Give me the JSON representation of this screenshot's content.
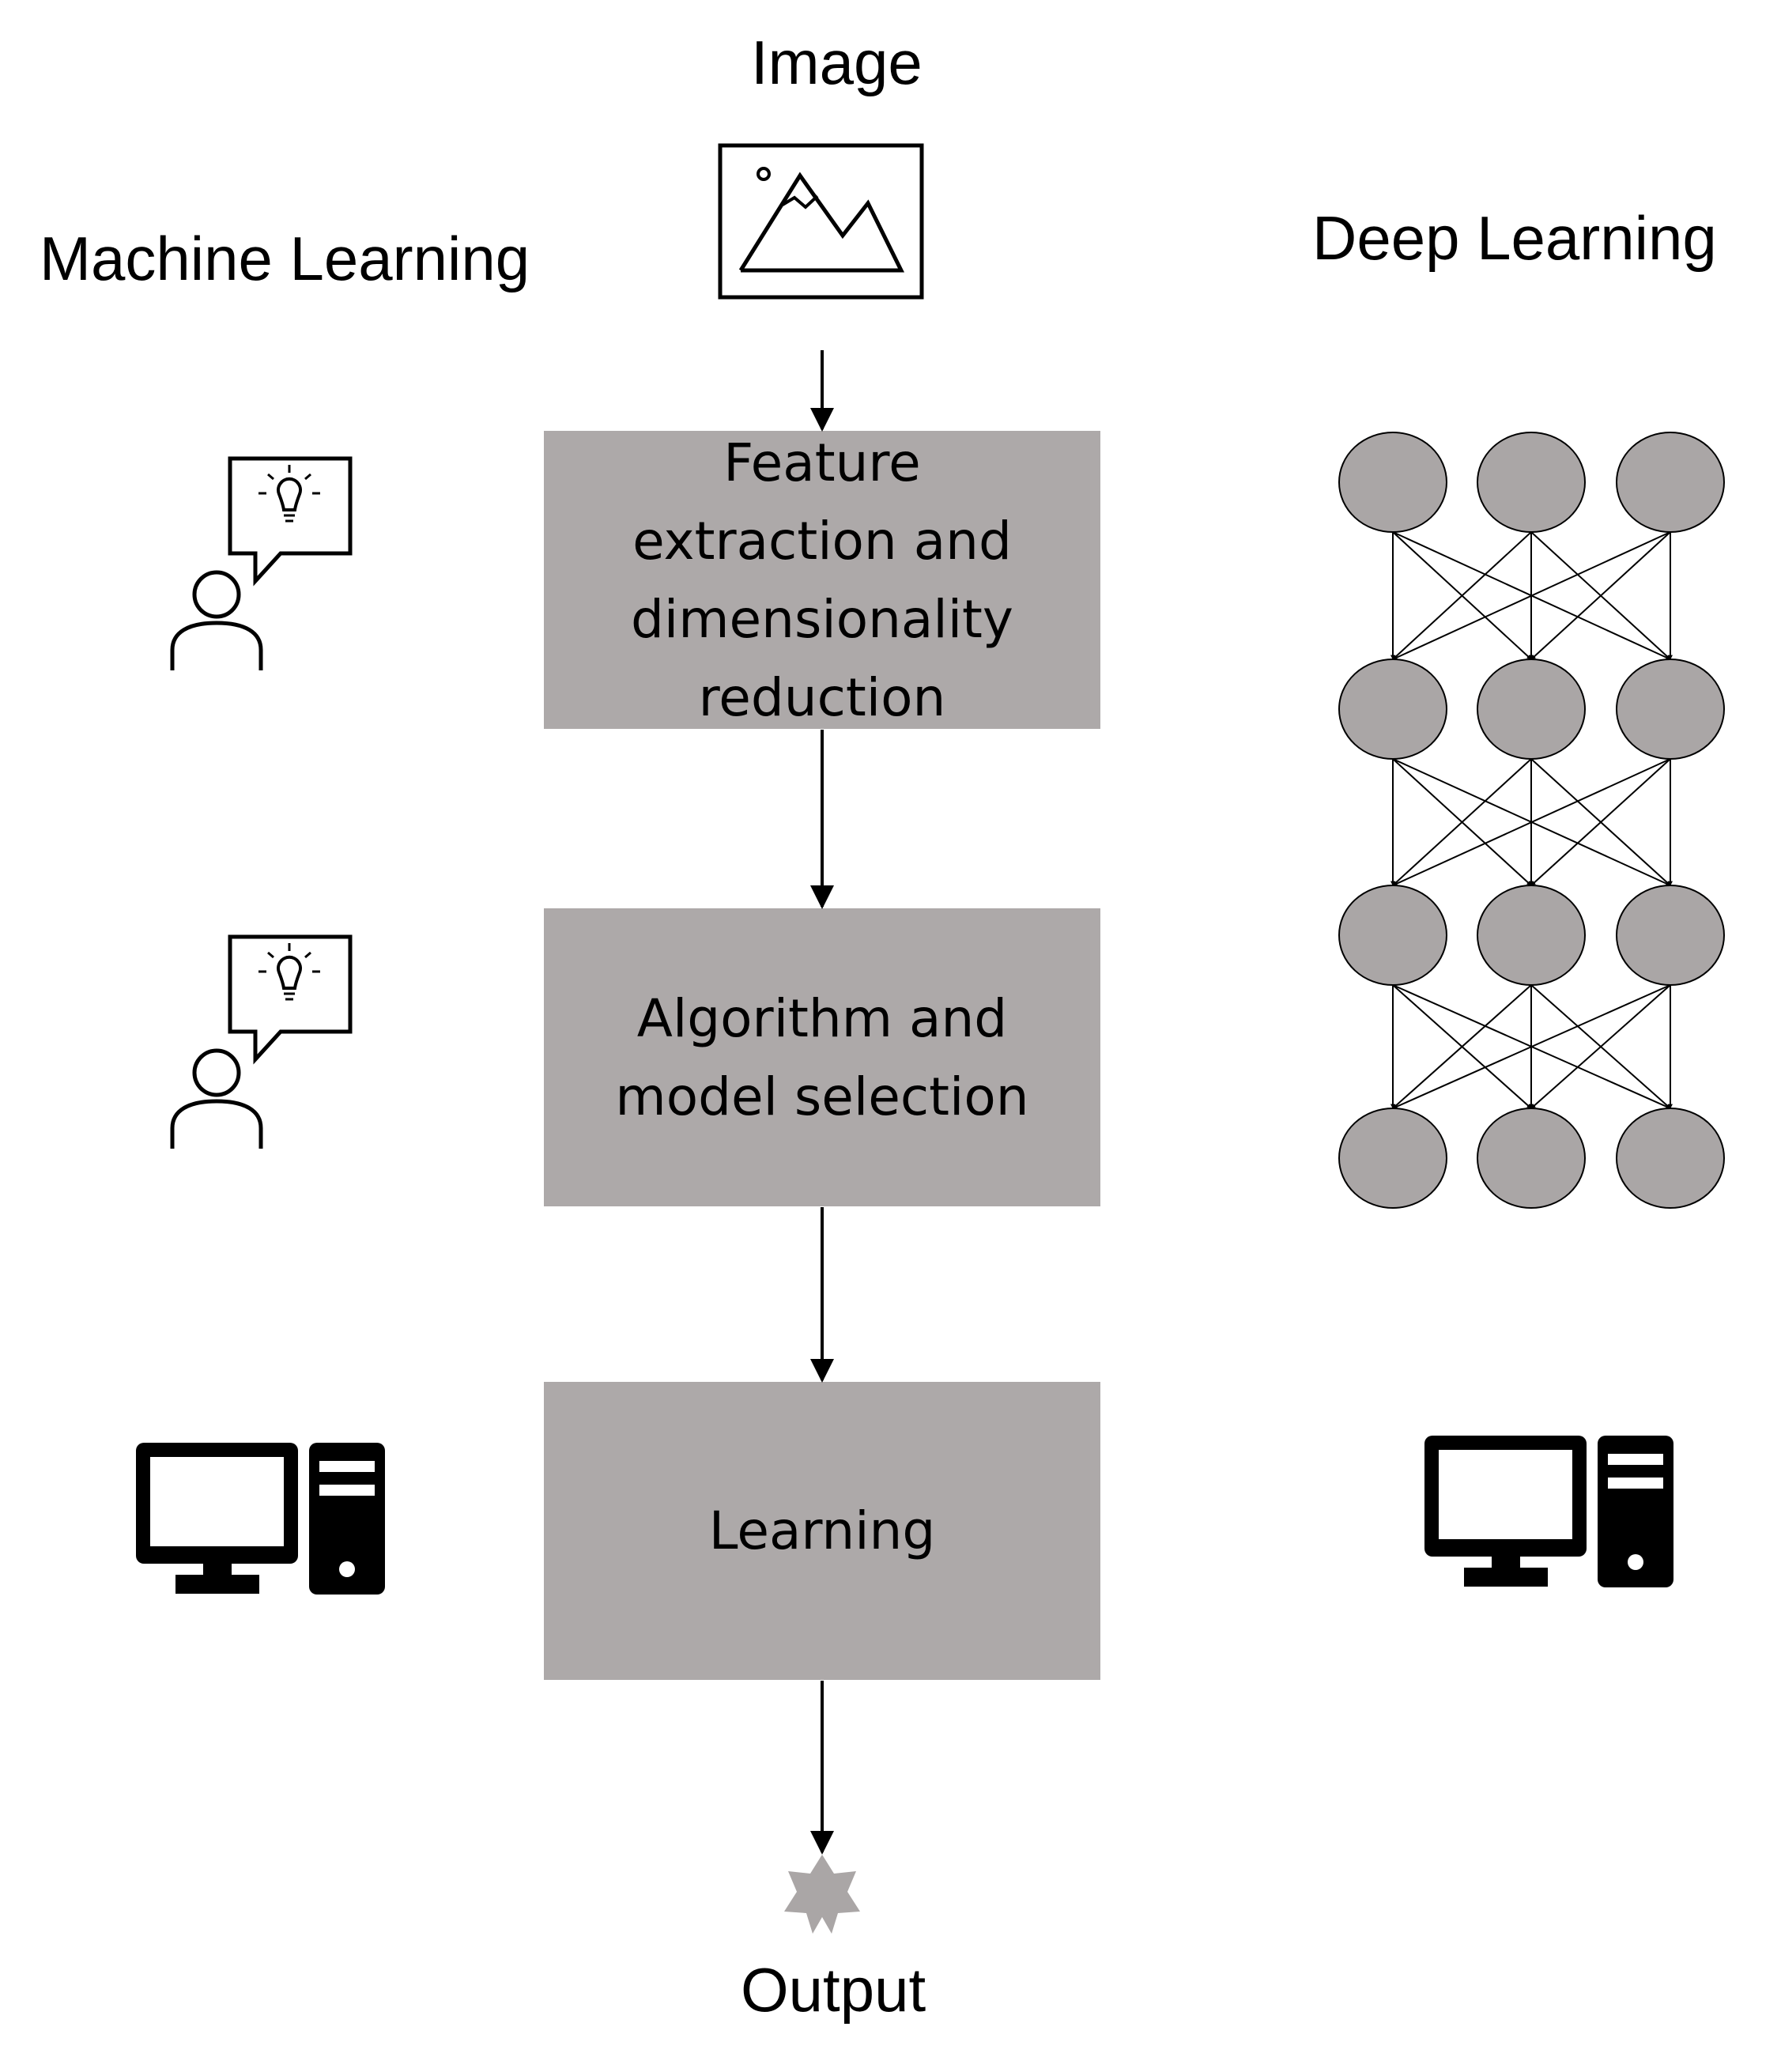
{
  "titles": {
    "input": "Image",
    "left_column": "Machine Learning",
    "right_column": "Deep Learning",
    "output": "Output"
  },
  "steps": [
    {
      "label": "Feature extraction and dimensionality reduction"
    },
    {
      "label": "Algorithm and model selection"
    },
    {
      "label": "Learning"
    }
  ],
  "network": {
    "layers": 4,
    "nodes_per_layer": 3
  },
  "icons": {
    "input": "image-icon",
    "human_expert": "person-idea-icon",
    "computer": "desktop-computer-icon",
    "output": "star-icon"
  },
  "colors": {
    "step_fill": "#ada9a9",
    "node_fill": "#aaa6a6",
    "output_star": "#aaa6a6"
  }
}
